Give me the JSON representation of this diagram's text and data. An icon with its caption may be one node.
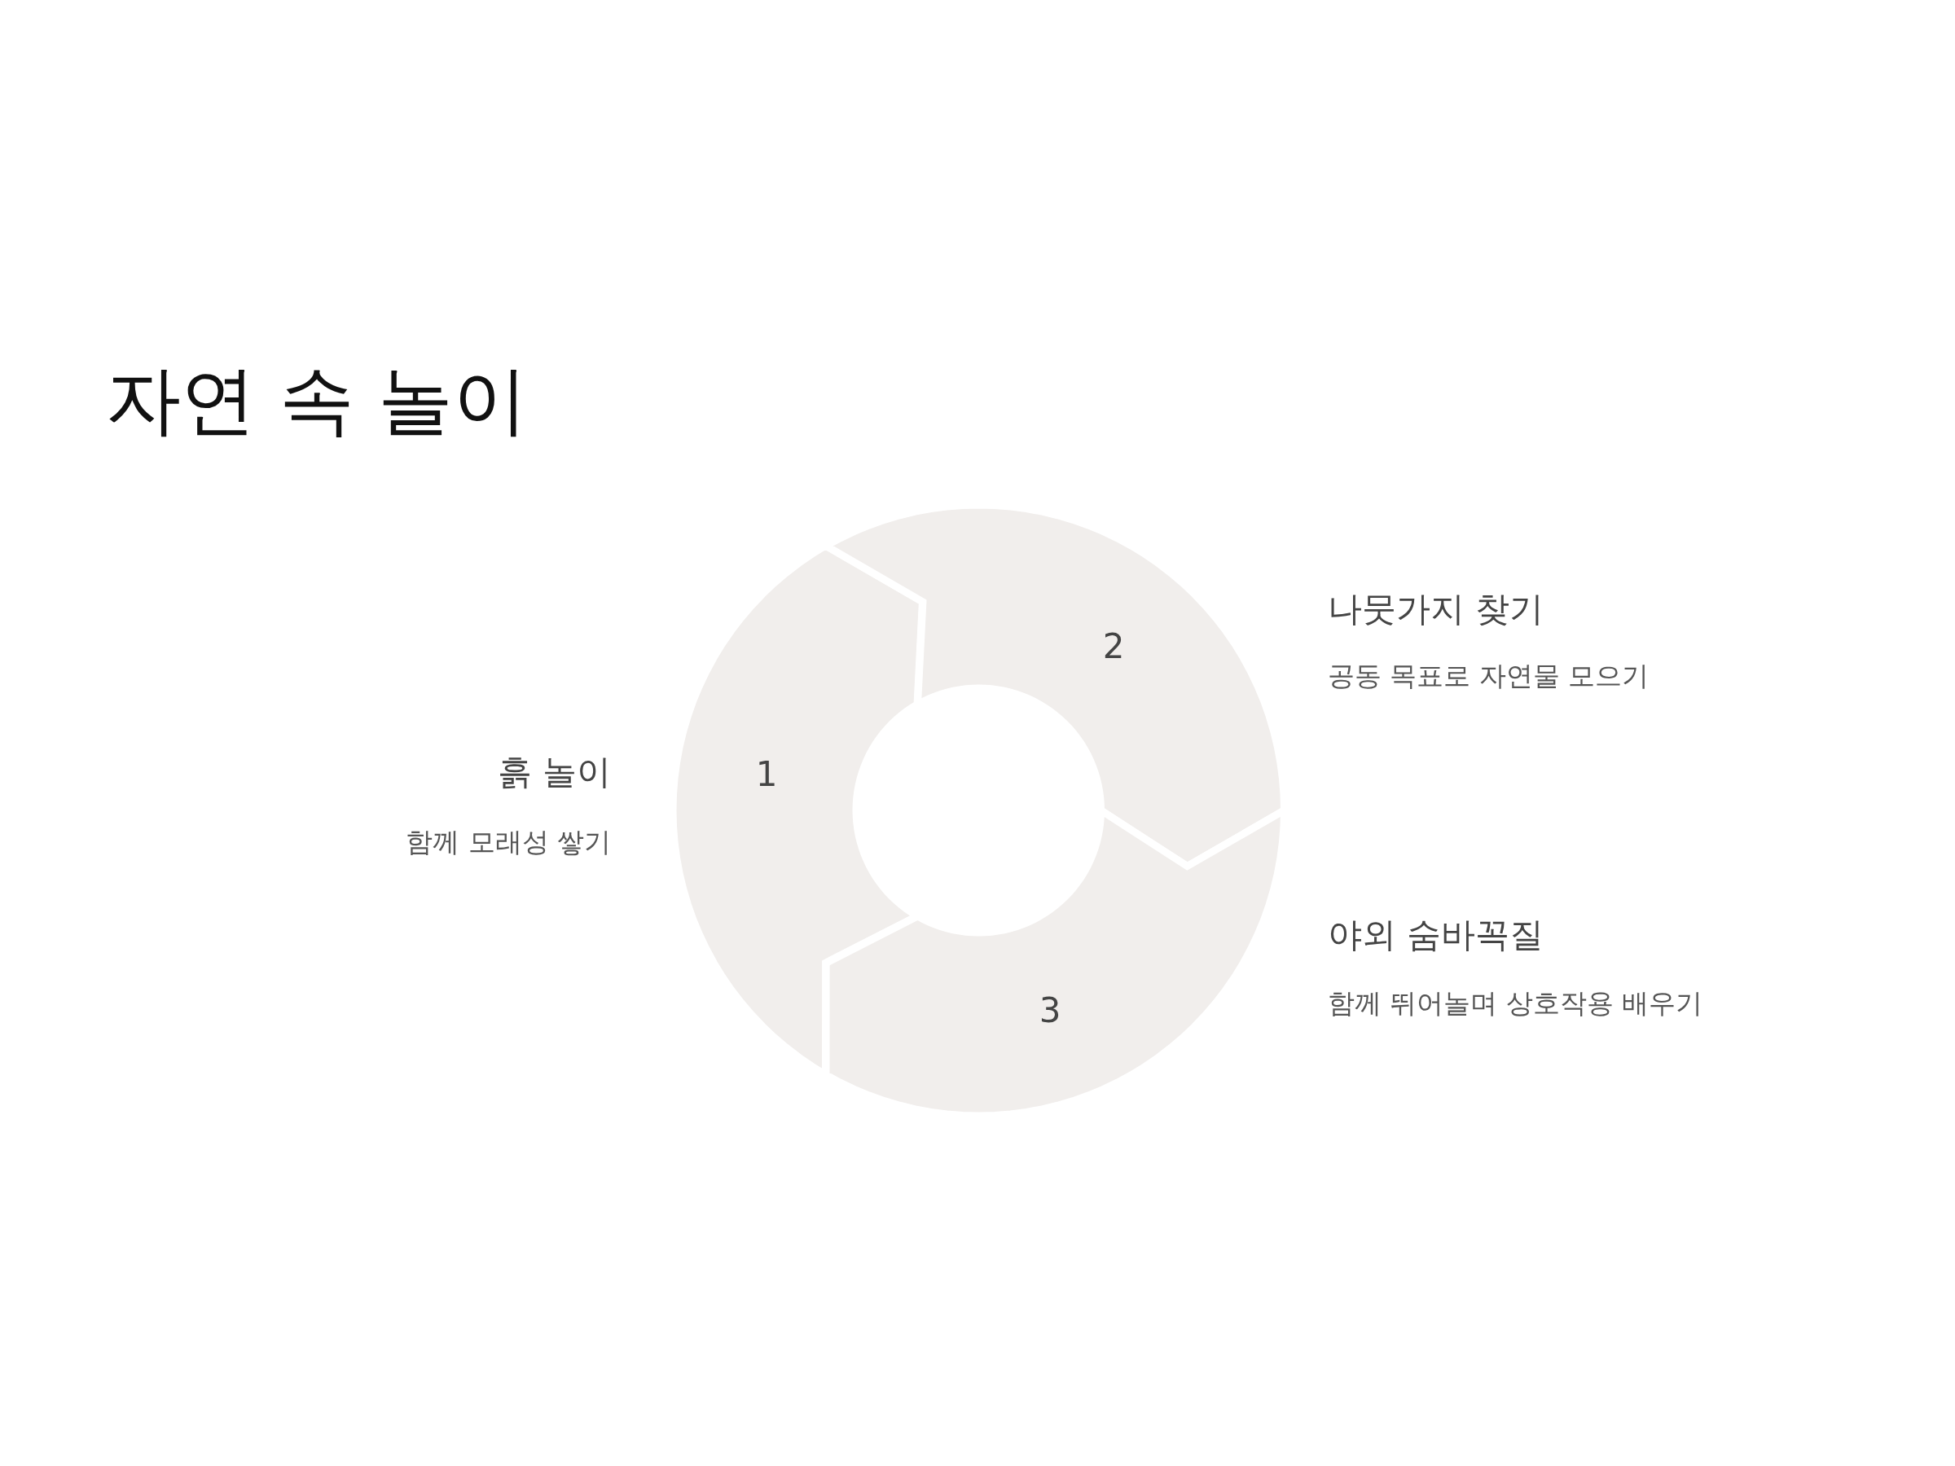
{
  "diagram": {
    "title": "자연 속 놀이",
    "nodes": [
      {
        "text": [
          "1"
        ],
        "beside": [
          "흙 놀이",
          "함께 모래성 쌓기"
        ]
      },
      {
        "text": [
          "2"
        ],
        "beside": [
          "나뭇가지 찾기",
          "공동 목표로 자연물 모으기"
        ]
      },
      {
        "text": [
          "3"
        ],
        "beside": [
          "야외 숨바꼭질",
          "함께 뛰어놀며 상호작용 배우기"
        ]
      }
    ]
  }
}
